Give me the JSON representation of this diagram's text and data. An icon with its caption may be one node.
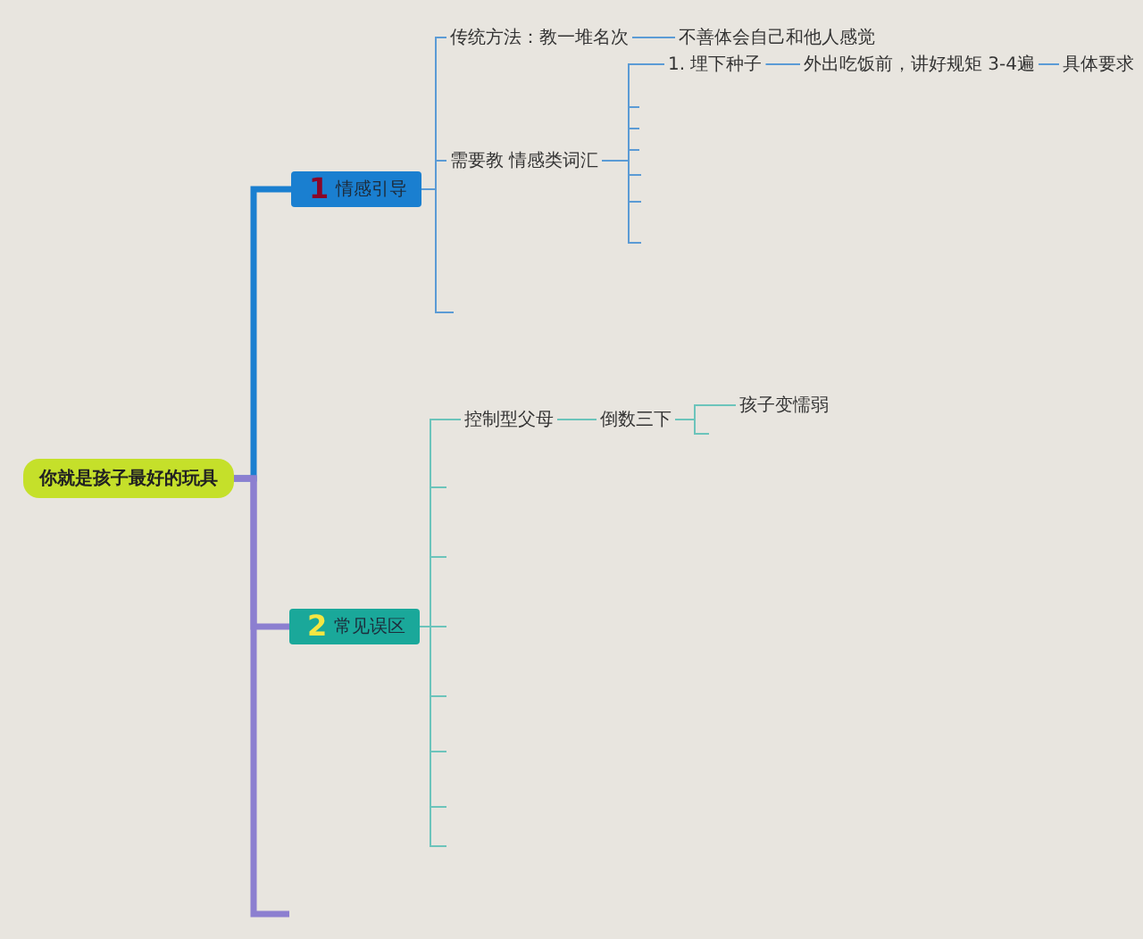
{
  "diagram": {
    "nodes": [
      {
        "text": [
          "你就是孩子最好的玩具"
        ]
      },
      {
        "text": [
          "1",
          "情感引导"
        ]
      },
      {
        "text": [
          "传统方法：教一堆名次"
        ]
      },
      {
        "text": [
          "不善体会自己和他人感觉"
        ]
      },
      {
        "text": [
          "需要教 情感类词汇"
        ]
      },
      {
        "text": [
          "1. 埋下种子"
        ]
      },
      {
        "text": [
          "外出吃饭前，讲好规矩  3-4遍"
        ]
      },
      {
        "text": [
          "具体要求"
        ]
      },
      {
        "text": [
          "2",
          "常见误区"
        ]
      },
      {
        "text": [
          "控制型父母"
        ]
      },
      {
        "text": [
          "倒数三下"
        ]
      },
      {
        "text": [
          "孩子变懦弱"
        ]
      }
    ],
    "edges": [
      {
        "from": 0,
        "to": 1,
        "arrow": "none",
        "style": "thick",
        "color": "#1a7fd0"
      },
      {
        "from": 0,
        "to": 8,
        "arrow": "none",
        "style": "thick",
        "color": "#8c7fd0"
      },
      {
        "from": 0,
        "to": null,
        "arrow": "none",
        "style": "thick",
        "color": "#8c7fd0"
      },
      {
        "from": 1,
        "to": 2,
        "arrow": "none"
      },
      {
        "from": 1,
        "to": 4,
        "arrow": "none"
      },
      {
        "from": 1,
        "to": null,
        "arrow": "none"
      },
      {
        "from": 2,
        "to": 3,
        "arrow": "none"
      },
      {
        "from": 4,
        "to": 5,
        "arrow": "none"
      },
      {
        "from": 4,
        "to": null,
        "arrow": "none"
      },
      {
        "from": 4,
        "to": null,
        "arrow": "none"
      },
      {
        "from": 4,
        "to": null,
        "arrow": "none"
      },
      {
        "from": 4,
        "to": null,
        "arrow": "none"
      },
      {
        "from": 4,
        "to": null,
        "arrow": "none"
      },
      {
        "from": 4,
        "to": null,
        "arrow": "none"
      },
      {
        "from": 5,
        "to": 6,
        "arrow": "none"
      },
      {
        "from": 6,
        "to": 7,
        "arrow": "none"
      },
      {
        "from": 8,
        "to": 9,
        "arrow": "none",
        "color": "#6cc4bb"
      },
      {
        "from": 8,
        "to": null,
        "arrow": "none",
        "color": "#6cc4bb"
      },
      {
        "from": 8,
        "to": null,
        "arrow": "none",
        "color": "#6cc4bb"
      },
      {
        "from": 8,
        "to": null,
        "arrow": "none",
        "color": "#6cc4bb"
      },
      {
        "from": 8,
        "to": null,
        "arrow": "none",
        "color": "#6cc4bb"
      },
      {
        "from": 8,
        "to": null,
        "arrow": "none",
        "color": "#6cc4bb"
      },
      {
        "from": 8,
        "to": null,
        "arrow": "none",
        "color": "#6cc4bb"
      },
      {
        "from": 8,
        "to": null,
        "arrow": "none",
        "color": "#6cc4bb"
      },
      {
        "from": 9,
        "to": 10,
        "arrow": "none",
        "color": "#6cc4bb"
      },
      {
        "from": 10,
        "to": 11,
        "arrow": "none",
        "color": "#6cc4bb"
      },
      {
        "from": 10,
        "to": null,
        "arrow": "none",
        "color": "#6cc4bb"
      }
    ]
  }
}
